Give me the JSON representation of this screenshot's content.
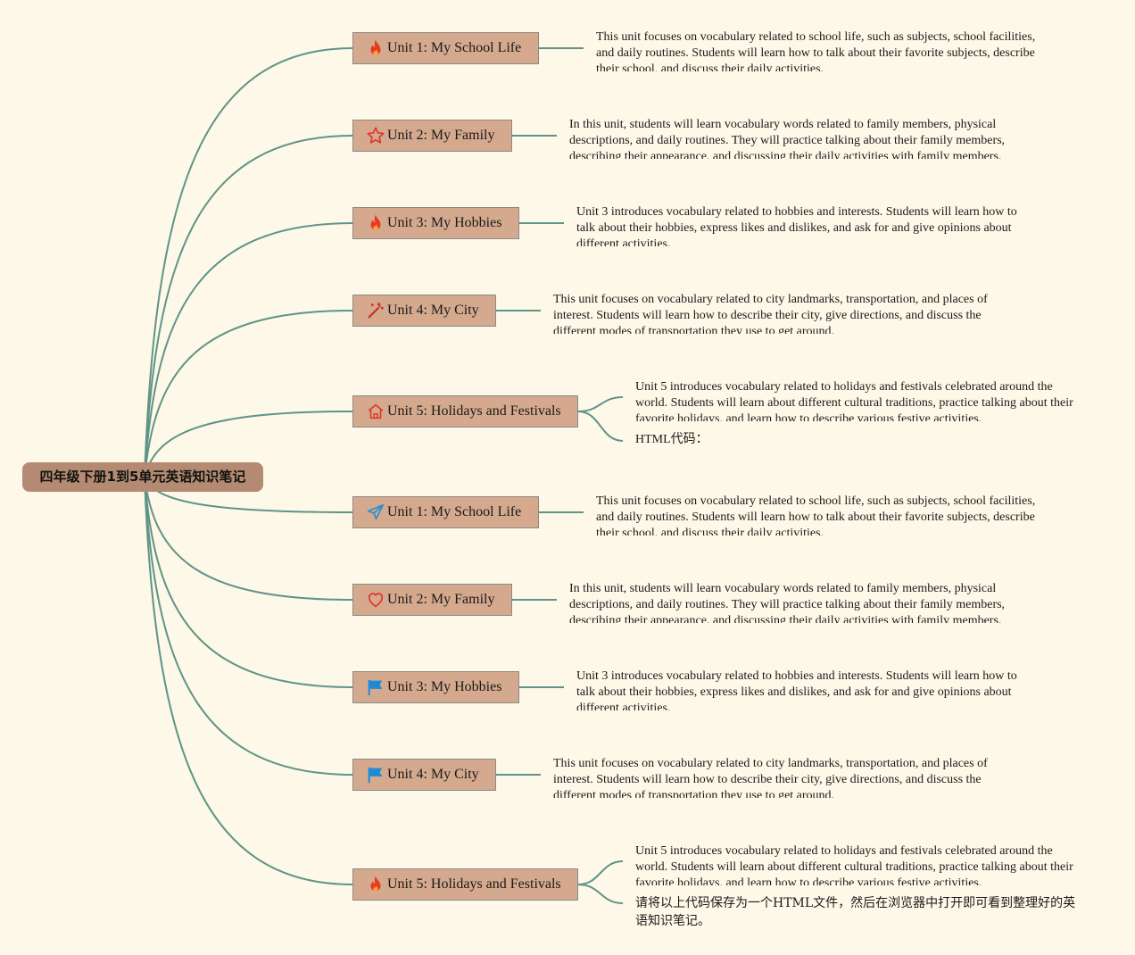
{
  "root": {
    "label": "四年级下册1到5单元英语知识笔记"
  },
  "colors": {
    "connector": "#5f9487",
    "node_fill": "#d4a98e",
    "root_fill": "#b48a72",
    "background": "#fdf8e8"
  },
  "topics": [
    {
      "label": "Unit 1: My School Life",
      "icon": "fire-icon",
      "notes": [
        "This unit focuses on vocabulary related to school life, such as subjects, school facilities, and daily routines. Students will learn how to talk about their favorite subjects, describe their school, and discuss their daily activities."
      ]
    },
    {
      "label": "Unit 2: My Family",
      "icon": "star-icon",
      "notes": [
        "In this unit, students will learn vocabulary words related to family members, physical descriptions, and daily routines. They will practice talking about their family members, describing their appearance, and discussing their daily activities with family members."
      ]
    },
    {
      "label": "Unit 3: My Hobbies",
      "icon": "fire-icon",
      "notes": [
        "Unit 3 introduces vocabulary related to hobbies and interests. Students will learn how to talk about their hobbies, express likes and dislikes, and ask for and give opinions about different activities."
      ]
    },
    {
      "label": "Unit 4: My City",
      "icon": "magic-wand-icon",
      "notes": [
        "This unit focuses on vocabulary related to city landmarks, transportation, and places of interest. Students will learn how to describe their city, give directions, and discuss the different modes of transportation they use to get around."
      ]
    },
    {
      "label": "Unit 5: Holidays and Festivals",
      "icon": "home-icon",
      "notes": [
        "Unit 5 introduces vocabulary related to holidays and festivals celebrated around the world. Students will learn about different cultural traditions, practice talking about their favorite holidays, and learn how to describe various festive activities.",
        "HTML代码："
      ]
    },
    {
      "label": "Unit 1: My School Life",
      "icon": "paper-plane-icon",
      "notes": [
        "This unit focuses on vocabulary related to school life, such as subjects, school facilities, and daily routines. Students will learn how to talk about their favorite subjects, describe their school, and discuss their daily activities."
      ]
    },
    {
      "label": "Unit 2: My Family",
      "icon": "heart-icon",
      "notes": [
        "In this unit, students will learn vocabulary words related to family members, physical descriptions, and daily routines. They will practice talking about their family members, describing their appearance, and discussing their daily activities with family members."
      ]
    },
    {
      "label": "Unit 3: My Hobbies",
      "icon": "flag-icon",
      "notes": [
        "Unit 3 introduces vocabulary related to hobbies and interests. Students will learn how to talk about their hobbies, express likes and dislikes, and ask for and give opinions about different activities."
      ]
    },
    {
      "label": "Unit 4: My City",
      "icon": "flag-icon",
      "notes": [
        "This unit focuses on vocabulary related to city landmarks, transportation, and places of interest. Students will learn how to describe their city, give directions, and discuss the different modes of transportation they use to get around."
      ]
    },
    {
      "label": "Unit 5: Holidays and Festivals",
      "icon": "fire-icon",
      "notes": [
        "Unit 5 introduces vocabulary related to holidays and festivals celebrated around the world. Students will learn about different cultural traditions, practice talking about their favorite holidays, and learn how to describe various festive activities.",
        "请将以上代码保存为一个HTML文件，然后在浏览器中打开即可看到整理好的英语知识笔记。"
      ]
    }
  ]
}
